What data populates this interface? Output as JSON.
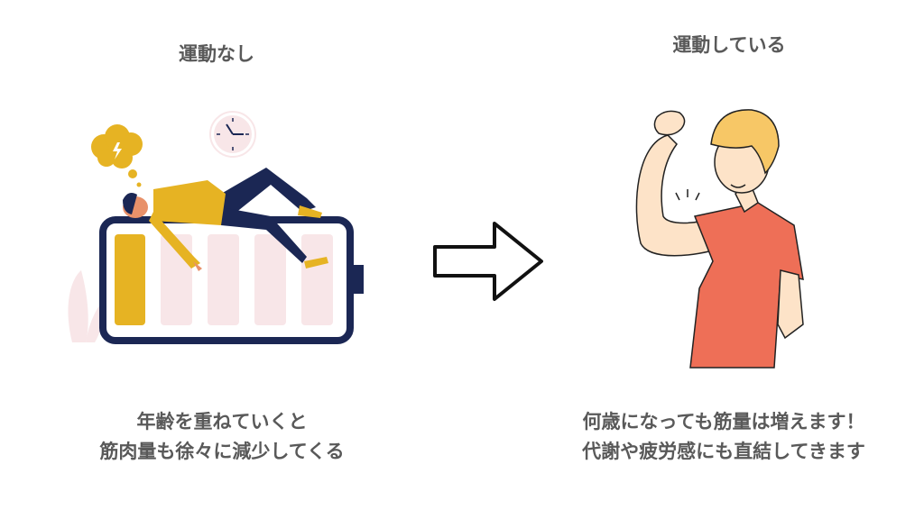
{
  "left": {
    "heading": "運動なし",
    "caption_line1": "年齢を重ねていくと",
    "caption_line2": "筋肉量も徐々に減少してくる"
  },
  "right": {
    "heading": "運動している",
    "caption_line1": "何歳になっても筋量は増えます！",
    "caption_line2": "代謝や疲労感にも直結してきます"
  },
  "battery": {
    "level_fraction": 0.2,
    "segments_total": 5,
    "segments_filled": 1
  },
  "colors": {
    "text": "#595959",
    "navy": "#1b2754",
    "yellow": "#e6b323",
    "pink": "#f8e6e8",
    "shirt": "#ee6f57",
    "skin": "#fde3c8",
    "hair": "#f7c766"
  }
}
